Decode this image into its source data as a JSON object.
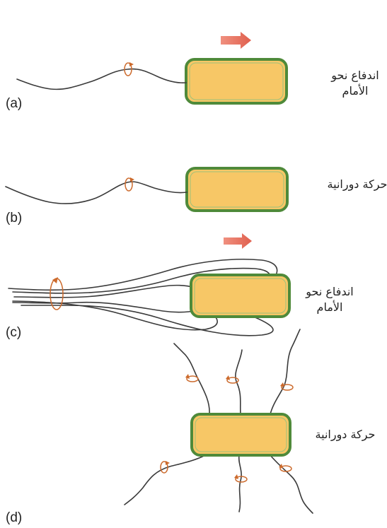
{
  "panels": [
    {
      "letter": "(a)",
      "caption_lines": [
        "اندفاع نحو",
        "الأمام"
      ]
    },
    {
      "letter": "(b)",
      "caption_lines": [
        "حركة دورانية"
      ]
    },
    {
      "letter": "(c)",
      "caption_lines": [
        "اندفاع نحو",
        "الأمام"
      ]
    },
    {
      "letter": "(d)",
      "caption_lines": [
        "حركة دورانية"
      ]
    }
  ],
  "colors": {
    "cell_fill": "#f7c766",
    "cell_wall": "#4f8a3a",
    "flagellum": "#3a3a3a",
    "rotation_marker": "#cc6a2c",
    "direction_arrow": "#e8766a"
  },
  "icons": {
    "direction": "right-arrow-icon",
    "rotation": "rotation-arrow-icon"
  }
}
